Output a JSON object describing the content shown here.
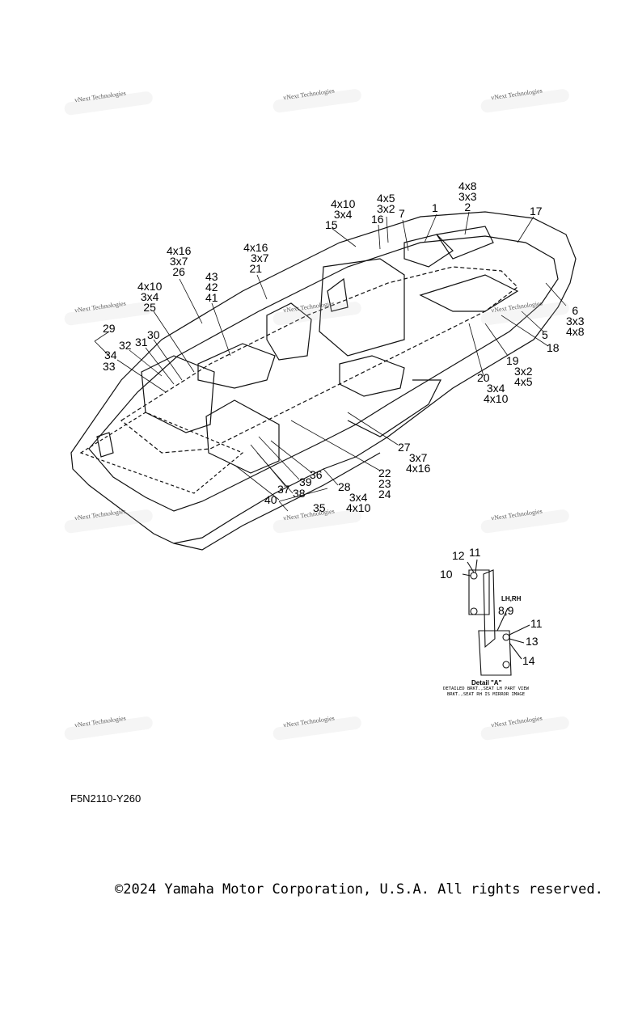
{
  "watermark_text": "vNext Technologies",
  "diagram_code": "F5N2110-Y260",
  "copyright": "©2024 Yamaha Motor Corporation, U.S.A. All rights reserved.",
  "detail": {
    "title": "Detail \"A\"",
    "note_line1": "DETAILED BRKT.,SEAT LH PART VIEW",
    "note_line2": "BRKT.,SEAT RH IS MIRROR IMAGE",
    "side_label": "LH,RH"
  },
  "callouts": [
    {
      "id": "c-4x8-top",
      "lines": [
        "4x8",
        "3x3",
        "2"
      ]
    },
    {
      "id": "c-17",
      "lines": [
        "17"
      ]
    },
    {
      "id": "c-1",
      "lines": [
        "1"
      ]
    },
    {
      "id": "c-4x5-top",
      "lines": [
        "4x5",
        "3x2"
      ]
    },
    {
      "id": "c-7",
      "lines": [
        "7"
      ]
    },
    {
      "id": "c-16",
      "lines": [
        "16"
      ]
    },
    {
      "id": "c-4x10-top",
      "lines": [
        "4x10",
        "3x4"
      ]
    },
    {
      "id": "c-15",
      "lines": [
        "15"
      ]
    },
    {
      "id": "c-4x16-21",
      "lines": [
        "4x16",
        "3x7",
        "21"
      ]
    },
    {
      "id": "c-4x16-26",
      "lines": [
        "4x16",
        "3x7",
        "26"
      ]
    },
    {
      "id": "c-43",
      "lines": [
        "43",
        "42",
        "41"
      ]
    },
    {
      "id": "c-4x10-25",
      "lines": [
        "4x10",
        "3x4",
        "25"
      ]
    },
    {
      "id": "c-29",
      "lines": [
        "29"
      ]
    },
    {
      "id": "c-30",
      "lines": [
        "30"
      ]
    },
    {
      "id": "c-32",
      "lines": [
        "32"
      ]
    },
    {
      "id": "c-31",
      "lines": [
        "31"
      ]
    },
    {
      "id": "c-34",
      "lines": [
        "34"
      ]
    },
    {
      "id": "c-33",
      "lines": [
        "33"
      ]
    },
    {
      "id": "c-6",
      "lines": [
        "6",
        "3x3",
        "4x8"
      ]
    },
    {
      "id": "c-5",
      "lines": [
        "5"
      ]
    },
    {
      "id": "c-18",
      "lines": [
        "18"
      ]
    },
    {
      "id": "c-19",
      "lines": [
        "19",
        "3x2",
        "4x5"
      ]
    },
    {
      "id": "c-20",
      "lines": [
        "20",
        "3x4",
        "4x10"
      ]
    },
    {
      "id": "c-27",
      "lines": [
        "27",
        "3x7",
        "4x16"
      ]
    },
    {
      "id": "c-22",
      "lines": [
        "22",
        "23",
        "24"
      ]
    },
    {
      "id": "c-36",
      "lines": [
        "36"
      ]
    },
    {
      "id": "c-39",
      "lines": [
        "39"
      ]
    },
    {
      "id": "c-37",
      "lines": [
        "37"
      ]
    },
    {
      "id": "c-38",
      "lines": [
        "38"
      ]
    },
    {
      "id": "c-28",
      "lines": [
        "28",
        "3x4",
        "4x10"
      ]
    },
    {
      "id": "c-40",
      "lines": [
        "40"
      ]
    },
    {
      "id": "c-35",
      "lines": [
        "35"
      ]
    },
    {
      "id": "c-12",
      "lines": [
        "12"
      ]
    },
    {
      "id": "c-11a",
      "lines": [
        "11"
      ]
    },
    {
      "id": "c-10",
      "lines": [
        "10"
      ]
    },
    {
      "id": "c-89",
      "lines": [
        "8,9"
      ]
    },
    {
      "id": "c-11b",
      "lines": [
        "11"
      ]
    },
    {
      "id": "c-13",
      "lines": [
        "13"
      ]
    },
    {
      "id": "c-14",
      "lines": [
        "14"
      ]
    }
  ]
}
